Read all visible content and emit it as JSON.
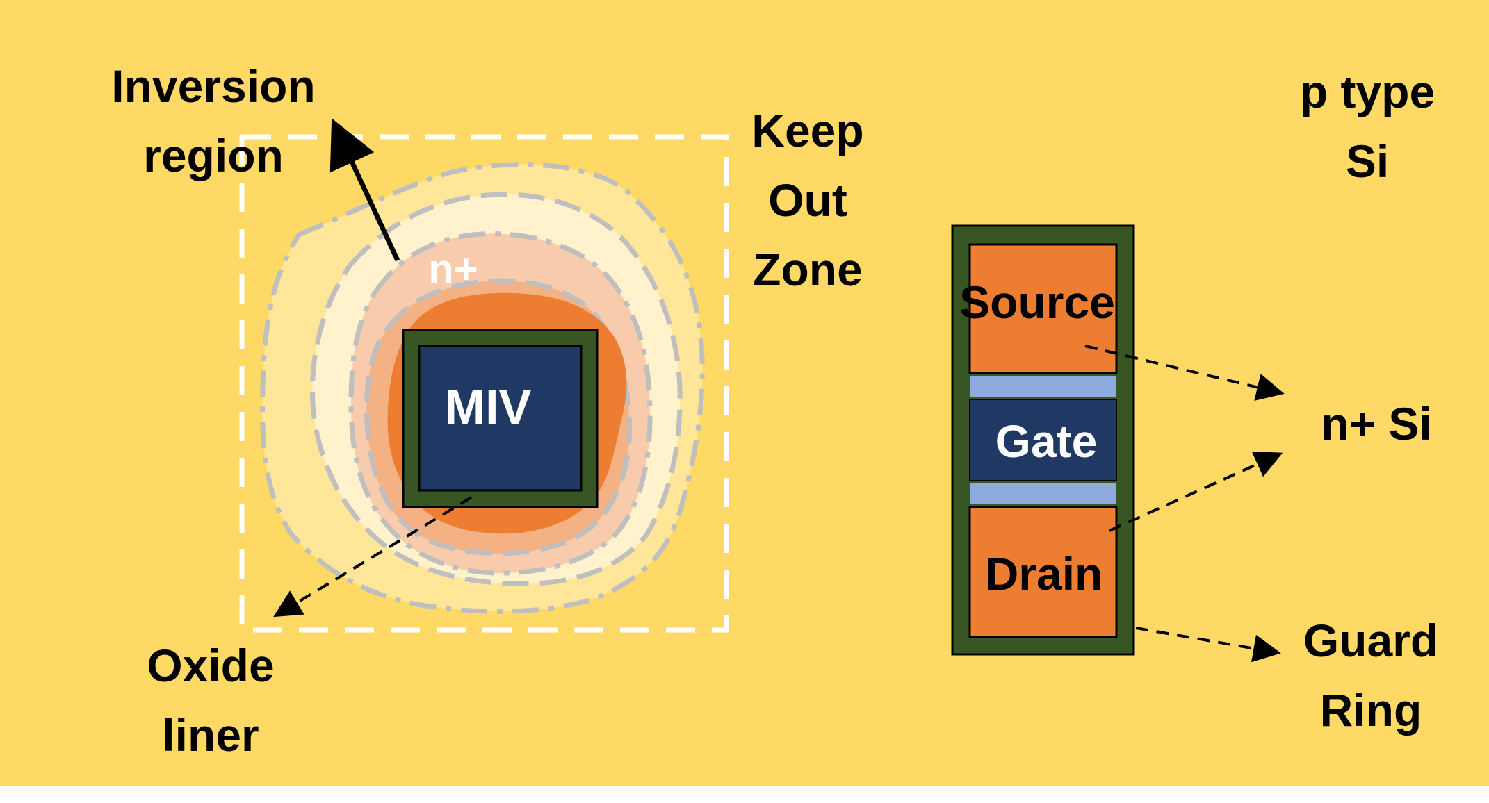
{
  "labels": {
    "inversion_region_line1": "Inversion",
    "inversion_region_line2": "region",
    "keep_out_line1": "Keep",
    "keep_out_line2": "Out",
    "keep_out_line3": "Zone",
    "p_type_line1": "p type",
    "p_type_line2": "Si",
    "n_plus": "n+",
    "miv": "MIV",
    "source": "Source",
    "gate": "Gate",
    "drain": "Drain",
    "n_plus_si": "n+ Si",
    "oxide_liner_line1": "Oxide",
    "oxide_liner_line2": "liner",
    "guard_ring_line1": "Guard",
    "guard_ring_line2": "Ring"
  },
  "colors": {
    "background": "#FFD966",
    "outer_zone": "#FFE699",
    "cream_zone": "#FFF2CC",
    "peach_zone": "#F8CBAD",
    "light_orange_zone": "#F4B183",
    "orange_core": "#ED7D31",
    "oxide_green": "#375623",
    "miv_navy": "#1F3864",
    "spacer_blue": "#8FAADC",
    "contour_gray": "#BFBFBF",
    "keep_out_white": "#FFFFFF",
    "text_dark": "#000000",
    "text_light": "#FFFFFF"
  }
}
